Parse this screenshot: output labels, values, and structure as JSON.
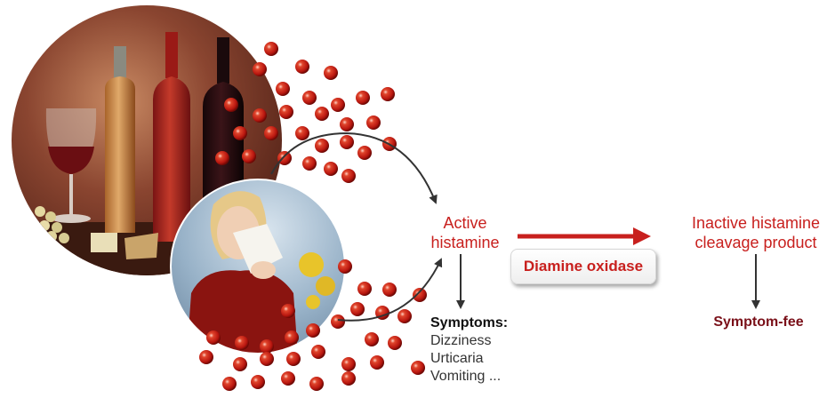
{
  "diagram": {
    "active_label_line1": "Active",
    "active_label_line2": "histamine",
    "enzyme_label": "Diamine oxidase",
    "inactive_label_line1": "Inactive histamine",
    "inactive_label_line2": "cleavage product",
    "symptoms_title": "Symptoms:",
    "symptoms": [
      "Dizziness",
      "Urticaria",
      "Vomiting ..."
    ],
    "symptom_free_label": "Symptom-fee"
  },
  "colors": {
    "accent_red": "#c8201e",
    "dark_red": "#7a1019",
    "arrow_gray": "#333333"
  }
}
